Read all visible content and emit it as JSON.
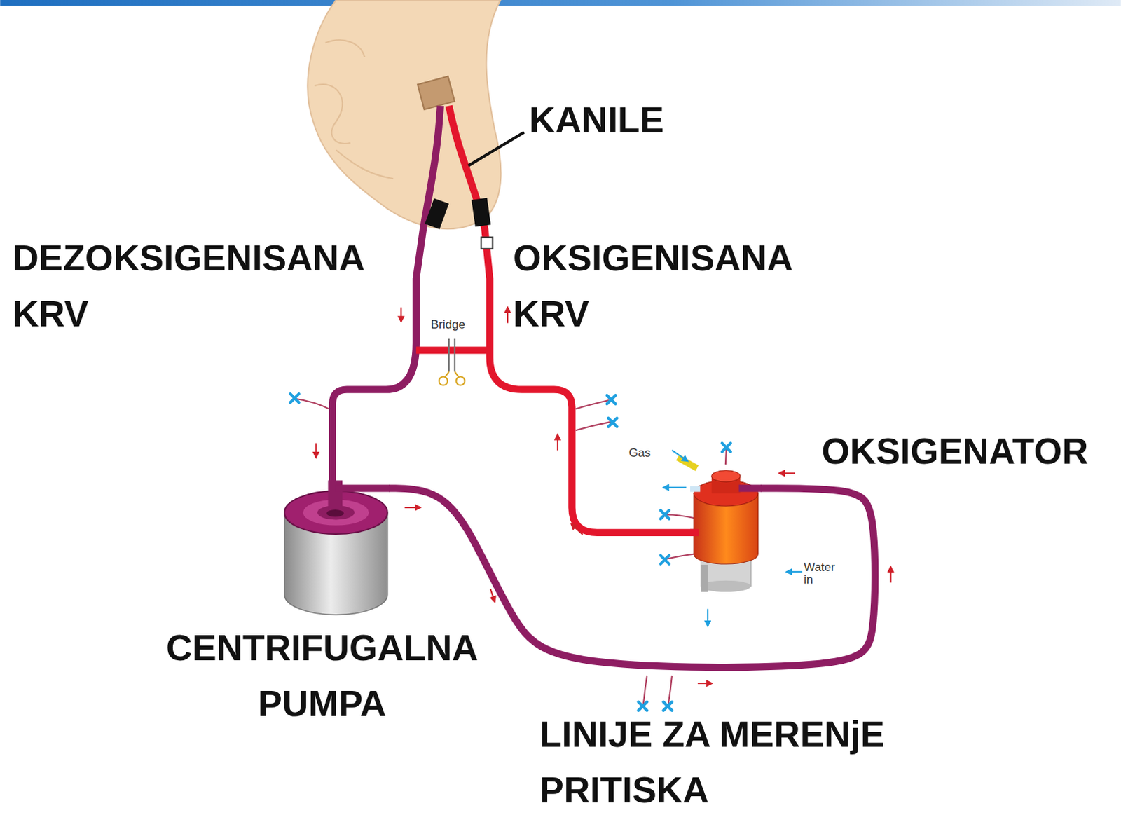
{
  "diagram": {
    "nodes": [
      {
        "text": [
          "CENTRIFUGALNA PUMPA"
        ]
      },
      {
        "text": [
          "OKSIGENATOR"
        ]
      }
    ],
    "edges": [
      {
        "from": 0,
        "to": 1,
        "arrow": "none"
      }
    ],
    "labels": [
      "KANILE",
      "DEZOKSIGENISANA KRV",
      "OKSIGENISANA KRV",
      "Bridge",
      "Gas",
      "Water in",
      "LINIJE ZA MERENjE PRITISKA"
    ]
  }
}
